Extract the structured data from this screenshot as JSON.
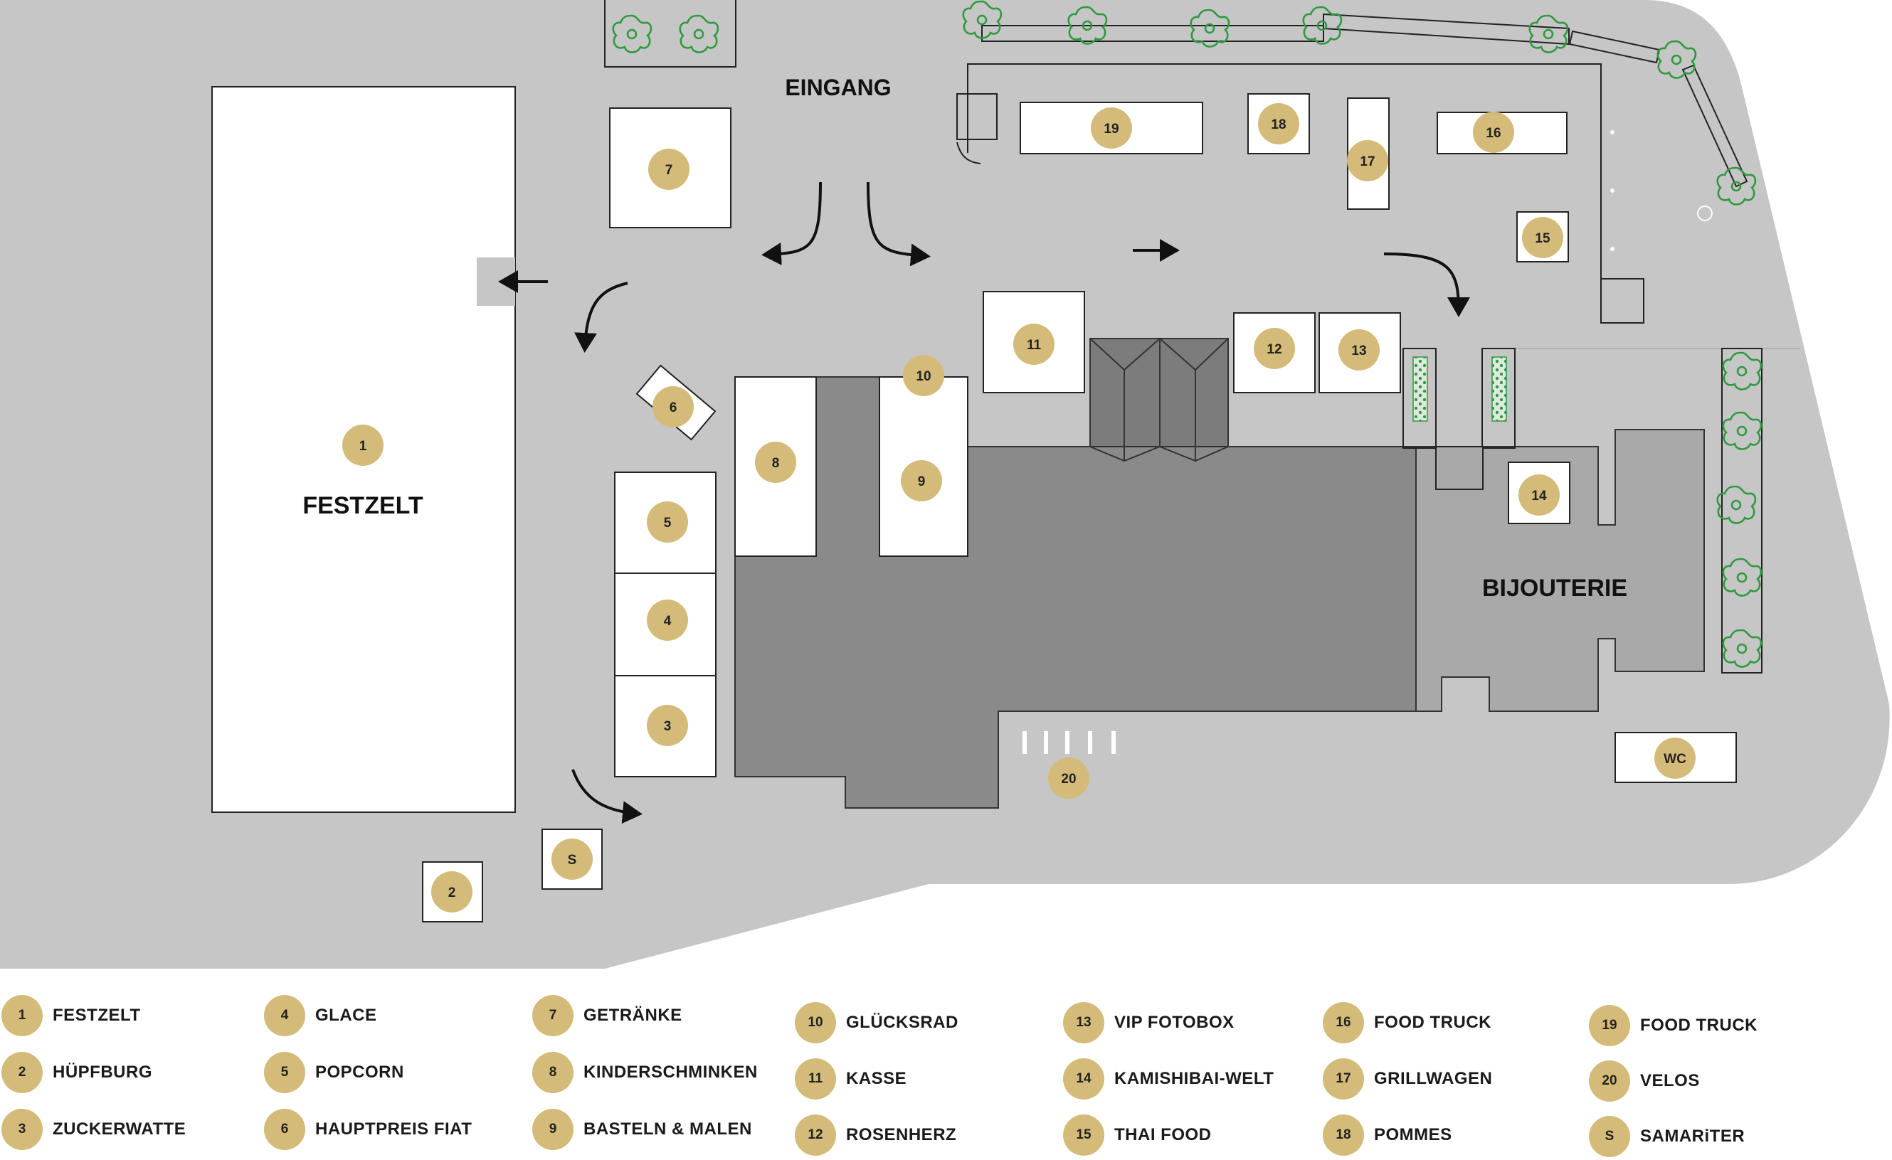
{
  "map": {
    "entrance_label": "EINGANG",
    "festzelt_label": "FESTZELT",
    "bijouterie_label": "BIJOUTERIE",
    "colors": {
      "ground": "#c6c6c6",
      "building": "#8a8a8a",
      "bijouterie": "#a9a9a9",
      "marker": "#d4bb79",
      "tree": "#2e9a3e"
    },
    "markers": {
      "m1": "1",
      "m2": "2",
      "m3": "3",
      "m4": "4",
      "m5": "5",
      "m6": "6",
      "m7": "7",
      "m8": "8",
      "m9": "9",
      "m10": "10",
      "m11": "11",
      "m12": "12",
      "m13": "13",
      "m14": "14",
      "m15": "15",
      "m16": "16",
      "m17": "17",
      "m18": "18",
      "m19": "19",
      "m20": "20",
      "ms": "S",
      "mwc": "WC"
    }
  },
  "legend": [
    {
      "num": "1",
      "label": "FESTZELT"
    },
    {
      "num": "2",
      "label": "HÜPFBURG"
    },
    {
      "num": "3",
      "label": "ZUCKERWATTE"
    },
    {
      "num": "4",
      "label": "GLACE"
    },
    {
      "num": "5",
      "label": "POPCORN"
    },
    {
      "num": "6",
      "label": "HAUPTPREIS FIAT"
    },
    {
      "num": "7",
      "label": "GETRÄNKE"
    },
    {
      "num": "8",
      "label": "KINDERSCHMINKEN"
    },
    {
      "num": "9",
      "label": "BASTELN & MALEN"
    },
    {
      "num": "10",
      "label": "GLÜCKSRAD"
    },
    {
      "num": "11",
      "label": "KASSE"
    },
    {
      "num": "12",
      "label": "ROSENHERZ"
    },
    {
      "num": "13",
      "label": "VIP FOTOBOX"
    },
    {
      "num": "14",
      "label": "KAMISHIBAI-WELT"
    },
    {
      "num": "15",
      "label": "THAI FOOD"
    },
    {
      "num": "16",
      "label": "FOOD TRUCK"
    },
    {
      "num": "17",
      "label": "GRILLWAGEN"
    },
    {
      "num": "18",
      "label": "POMMES"
    },
    {
      "num": "19",
      "label": "FOOD TRUCK"
    },
    {
      "num": "20",
      "label": "VELOS"
    },
    {
      "num": "S",
      "label": "SAMARiTER"
    }
  ]
}
